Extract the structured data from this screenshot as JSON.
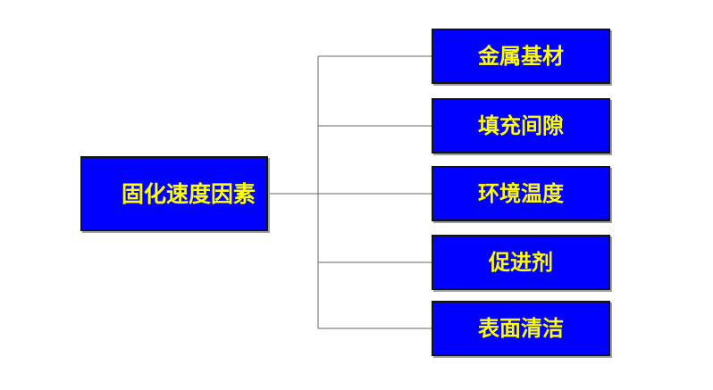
{
  "diagram": {
    "root": {
      "label": "固化速度因素"
    },
    "children": [
      {
        "label": "金属基材"
      },
      {
        "label": "填充间隙"
      },
      {
        "label": "环境温度"
      },
      {
        "label": "促进剂"
      },
      {
        "label": "表面清洁"
      }
    ],
    "colors": {
      "background": "#ffffff",
      "box_fill": "#0000fe",
      "box_border": "#141414",
      "box_shadow": "#a0a0a0",
      "label_text": "#ffff00",
      "connector": "#666666"
    }
  }
}
